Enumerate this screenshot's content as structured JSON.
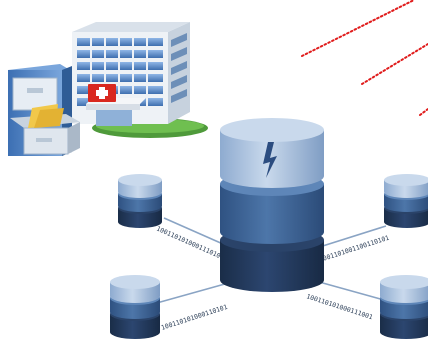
{
  "scene": {
    "hospital_icon": "hospital-building-icon",
    "cabinet_icon": "file-cabinet-icon",
    "central_db_icon": "central-database-icon",
    "small_db_icon": "database-node-icon",
    "palette": {
      "db_top": "#a9c2df",
      "db_mid": "#3d6495",
      "db_bottom": "#22395a",
      "db_light": "#c9d9ec",
      "link_line": "#8aa4c4",
      "dotted_accent": "#e01b1b",
      "building_glass": "#5f8fc8",
      "building_wall": "#e9eef4",
      "cross_red": "#d9281f",
      "cabinet_blue": "#4f83c4",
      "folder_yellow": "#f1c84a"
    }
  },
  "binary_streams": {
    "upper_left": "1001101010001110101",
    "upper_right": "1001101001100110101",
    "lower_left": "100110101000110101",
    "lower_right": "100110101000111001"
  }
}
